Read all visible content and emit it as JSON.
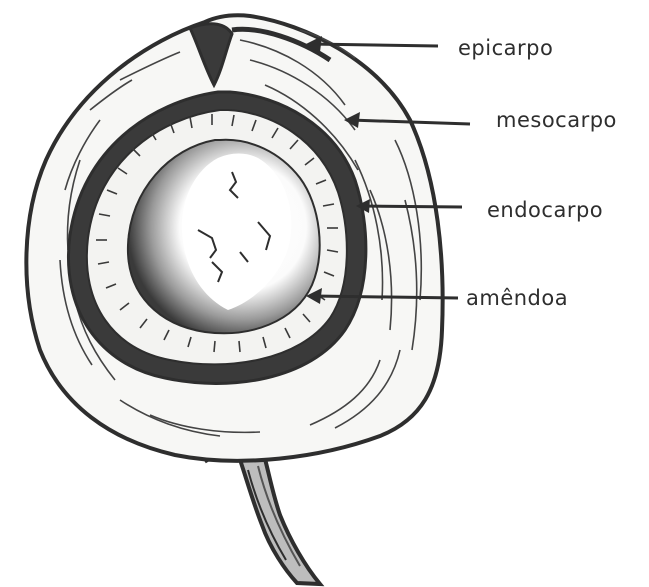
{
  "labels": {
    "epicarp": "epicarpo",
    "mesocarp": "mesocarpo",
    "endocarp": "endocarpo",
    "almond": "amêndoa"
  },
  "colors": {
    "ink": "#2e2e2e",
    "background": "#ffffff",
    "mesocarp_fill": "#f7f7f5",
    "endocarp_fill": "#3a3a3a",
    "almond_fill": "#fdfdfd"
  }
}
